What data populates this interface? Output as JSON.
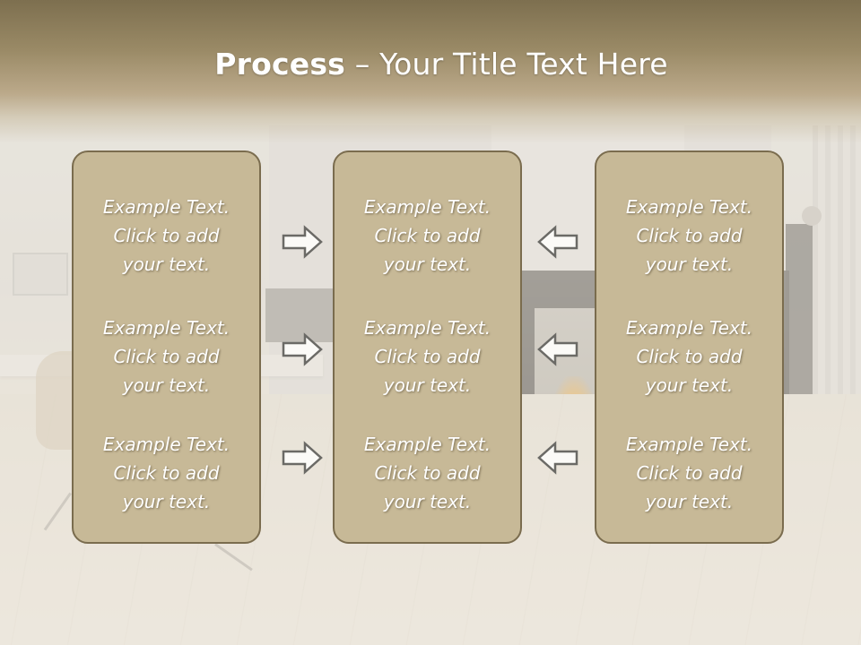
{
  "slide": {
    "title_bold": "Process",
    "title_rest": " – Your Title Text Here"
  },
  "panels": [
    {
      "items": [
        "Example Text.\nClick  to add\nyour text.",
        "Example Text.\nClick  to add\nyour text.",
        "Example Text.\nClick  to add\nyour text."
      ]
    },
    {
      "items": [
        "Example Text.\nClick  to add\nyour text.",
        "Example Text.\nClick  to add\nyour text.",
        "Example Text.\nClick  to add\nyour text."
      ]
    },
    {
      "items": [
        "Example Text.\nClick  to add\nyour text.",
        "Example Text.\nClick  to add\nyour text.",
        "Example Text.\nClick  to add\nyour text."
      ]
    }
  ],
  "arrows": {
    "left_column": "arrow-right-icon",
    "right_column": "arrow-left-icon"
  },
  "colors": {
    "title_band": "#8c7c5a",
    "panel_fill": "#c7b997",
    "panel_border": "#7a6c4e",
    "text": "#ffffff"
  }
}
